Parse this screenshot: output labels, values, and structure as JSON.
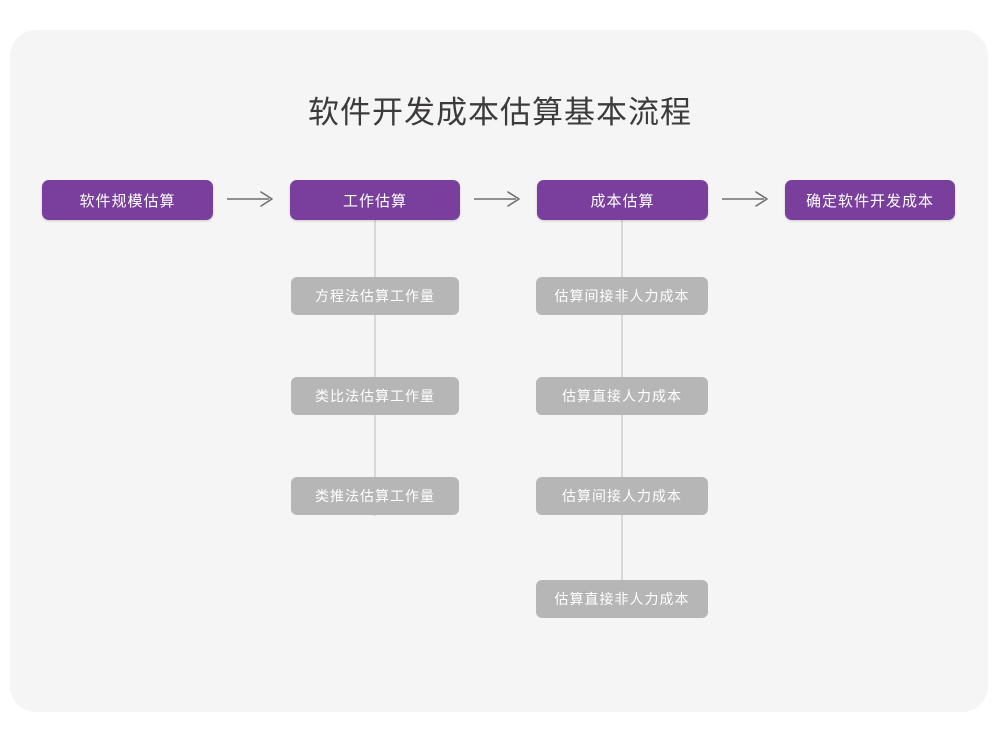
{
  "card": {
    "background": "#f5f5f5"
  },
  "colors": {
    "stage": "#7a3f9d",
    "sub": "#b6b6b6",
    "line": "#d8d8d8",
    "title": "#3c3a3b",
    "page_background": "#ffffff"
  },
  "header": {
    "title": "软件开发成本估算基本流程"
  },
  "chart_data": {
    "type": "diagram",
    "title": "软件开发成本估算基本流程",
    "orientation": "horizontal-with-vertical-substeps",
    "stages": [
      {
        "id": "stage-1",
        "label": "软件规模估算",
        "substeps": []
      },
      {
        "id": "stage-2",
        "label": "工作估算",
        "substeps": [
          "方程法估算工作量",
          "类比法估算工作量",
          "类推法估算工作量"
        ]
      },
      {
        "id": "stage-3",
        "label": "成本估算",
        "substeps": [
          "估算间接非人力成本",
          "估算直接人力成本",
          "估算间接人力成本",
          "估算直接非人力成本"
        ]
      },
      {
        "id": "stage-4",
        "label": "确定软件开发成本",
        "substeps": []
      }
    ],
    "connectors": [
      {
        "from": "stage-1",
        "to": "stage-2",
        "glyph": "arrow-right"
      },
      {
        "from": "stage-2",
        "to": "stage-3",
        "glyph": "arrow-right"
      },
      {
        "from": "stage-3",
        "to": "stage-4",
        "glyph": "arrow-right"
      }
    ]
  },
  "stage1": {
    "label": "软件规模估算"
  },
  "stage2": {
    "label": "工作估算",
    "sub1": "方程法估算工作量",
    "sub2": "类比法估算工作量",
    "sub3": "类推法估算工作量"
  },
  "stage3": {
    "label": "成本估算",
    "sub1": "估算间接非人力成本",
    "sub2": "估算直接人力成本",
    "sub3": "估算间接人力成本",
    "sub4": "估算直接非人力成本"
  },
  "stage4": {
    "label": "确定软件开发成本"
  },
  "icons": {
    "arrow1": "arrow-right-icon",
    "arrow2": "arrow-right-icon",
    "arrow3": "arrow-right-icon"
  }
}
